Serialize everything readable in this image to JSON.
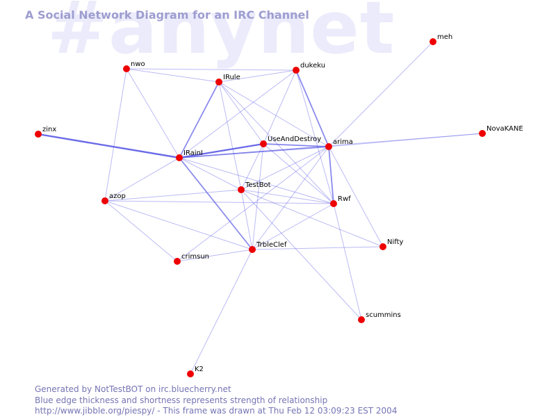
{
  "watermark": "#anynet",
  "title": "A Social Network Diagram for an IRC Channel",
  "footer": {
    "generated": "Generated by NotTestBOT on irc.bluecherry.net",
    "legend": "Blue edge thickness and shortness represents strength of relationship",
    "url_time": "http://www.jibble.org/piespy/ - This frame was drawn at Thu Feb 12 03:09:23 EST 2004"
  },
  "colors": {
    "node": "#ee0000",
    "edge": "#5a5ae6",
    "title": "#9d9dd0",
    "footer": "#7474b4",
    "watermark": "#ebebfb"
  },
  "nodes": [
    {
      "id": "meh",
      "label": "meh"
    },
    {
      "id": "nwo",
      "label": "nwo"
    },
    {
      "id": "dukeku",
      "label": "dukeku"
    },
    {
      "id": "IRule",
      "label": "IRule"
    },
    {
      "id": "zinx",
      "label": "zinx"
    },
    {
      "id": "NovaKANE",
      "label": "NovaKANE"
    },
    {
      "id": "UseAndDestroy",
      "label": "UseAndDestroy"
    },
    {
      "id": "arima",
      "label": "arima"
    },
    {
      "id": "IRainI",
      "label": "IRainI"
    },
    {
      "id": "TestBot",
      "label": "TestBot"
    },
    {
      "id": "azop",
      "label": "azop"
    },
    {
      "id": "Rwf",
      "label": "Rwf"
    },
    {
      "id": "Nifty",
      "label": "Nifty"
    },
    {
      "id": "TrbleClef",
      "label": "TrbleClef"
    },
    {
      "id": "crimsun",
      "label": "crimsun"
    },
    {
      "id": "scummins",
      "label": "scummins"
    },
    {
      "id": "K2",
      "label": "K2"
    }
  ],
  "edges": [
    {
      "a": "zinx",
      "b": "IRainI",
      "w": 3
    },
    {
      "a": "IRainI",
      "b": "UseAndDestroy",
      "w": 3
    },
    {
      "a": "IRainI",
      "b": "arima",
      "w": 2
    },
    {
      "a": "IRainI",
      "b": "IRule",
      "w": 2
    },
    {
      "a": "IRainI",
      "b": "TrbleClef",
      "w": 2
    },
    {
      "a": "IRainI",
      "b": "nwo",
      "w": 1
    },
    {
      "a": "IRainI",
      "b": "TestBot",
      "w": 1
    },
    {
      "a": "IRainI",
      "b": "Rwf",
      "w": 1
    },
    {
      "a": "IRainI",
      "b": "NovaKANE",
      "w": 1
    },
    {
      "a": "IRainI",
      "b": "azop",
      "w": 1
    },
    {
      "a": "IRainI",
      "b": "dukeku",
      "w": 1
    },
    {
      "a": "UseAndDestroy",
      "b": "arima",
      "w": 2
    },
    {
      "a": "UseAndDestroy",
      "b": "dukeku",
      "w": 1
    },
    {
      "a": "UseAndDestroy",
      "b": "TestBot",
      "w": 1
    },
    {
      "a": "UseAndDestroy",
      "b": "TrbleClef",
      "w": 1
    },
    {
      "a": "UseAndDestroy",
      "b": "IRule",
      "w": 1
    },
    {
      "a": "UseAndDestroy",
      "b": "Rwf",
      "w": 1
    },
    {
      "a": "dukeku",
      "b": "arima",
      "w": 2
    },
    {
      "a": "dukeku",
      "b": "IRule",
      "w": 1
    },
    {
      "a": "dukeku",
      "b": "nwo",
      "w": 1
    },
    {
      "a": "dukeku",
      "b": "Rwf",
      "w": 1
    },
    {
      "a": "arima",
      "b": "Rwf",
      "w": 2
    },
    {
      "a": "arima",
      "b": "IRule",
      "w": 1
    },
    {
      "a": "arima",
      "b": "meh",
      "w": 1
    },
    {
      "a": "arima",
      "b": "NovaKANE",
      "w": 1
    },
    {
      "a": "arima",
      "b": "TrbleClef",
      "w": 1
    },
    {
      "a": "arima",
      "b": "Nifty",
      "w": 1
    },
    {
      "a": "arima",
      "b": "crimsun",
      "w": 1
    },
    {
      "a": "arima",
      "b": "TestBot",
      "w": 1
    },
    {
      "a": "IRule",
      "b": "TestBot",
      "w": 1
    },
    {
      "a": "IRule",
      "b": "Rwf",
      "w": 1
    },
    {
      "a": "nwo",
      "b": "azop",
      "w": 1
    },
    {
      "a": "nwo",
      "b": "IRule",
      "w": 1
    },
    {
      "a": "TestBot",
      "b": "Rwf",
      "w": 1
    },
    {
      "a": "TestBot",
      "b": "azop",
      "w": 1
    },
    {
      "a": "TestBot",
      "b": "Nifty",
      "w": 1
    },
    {
      "a": "TestBot",
      "b": "TrbleClef",
      "w": 1
    },
    {
      "a": "TestBot",
      "b": "scummins",
      "w": 1
    },
    {
      "a": "azop",
      "b": "TrbleClef",
      "w": 1
    },
    {
      "a": "azop",
      "b": "Rwf",
      "w": 1
    },
    {
      "a": "azop",
      "b": "crimsun",
      "w": 1
    },
    {
      "a": "TrbleClef",
      "b": "Nifty",
      "w": 1
    },
    {
      "a": "TrbleClef",
      "b": "crimsun",
      "w": 1
    },
    {
      "a": "TrbleClef",
      "b": "K2",
      "w": 1
    },
    {
      "a": "TrbleClef",
      "b": "Rwf",
      "w": 1
    },
    {
      "a": "Rwf",
      "b": "scummins",
      "w": 1
    }
  ]
}
